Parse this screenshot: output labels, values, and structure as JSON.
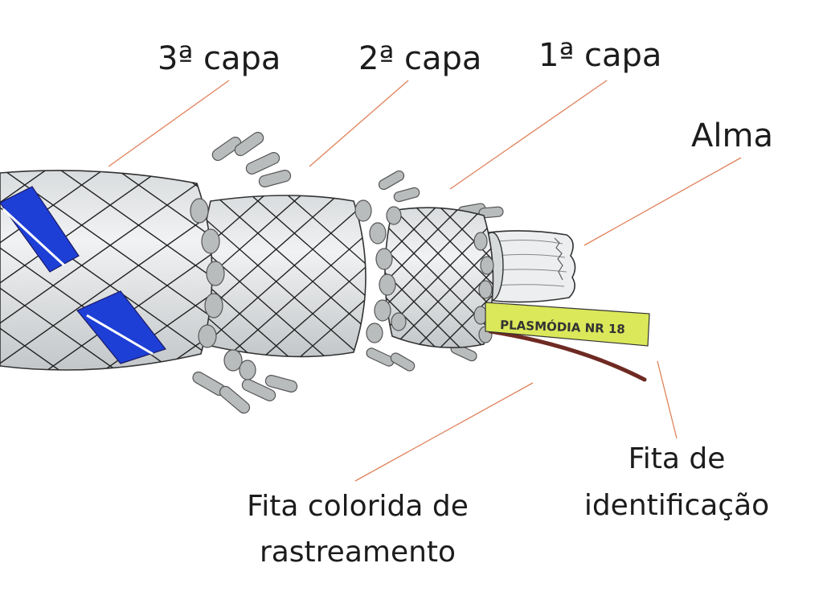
{
  "labels": {
    "layer3": "3ª capa",
    "layer2": "2ª capa",
    "layer1": "1ª capa",
    "core": "Alma",
    "tracking_tape_line1": "Fita colorida de",
    "tracking_tape_line2": "rastreamento",
    "id_tape_line1": "Fita de",
    "id_tape_line2": "identificação"
  },
  "id_tag_text": "PLASMÓDIA NR 18",
  "colors": {
    "rope": "#e9ebec",
    "rope_shade": "#c9cdcf",
    "fiber": "#b9bcbd",
    "tracking_tape": "#1e3fd6",
    "id_tag": "#dbe85a",
    "id_tape": "#6e2a22",
    "leader_line": "#e0815a"
  }
}
